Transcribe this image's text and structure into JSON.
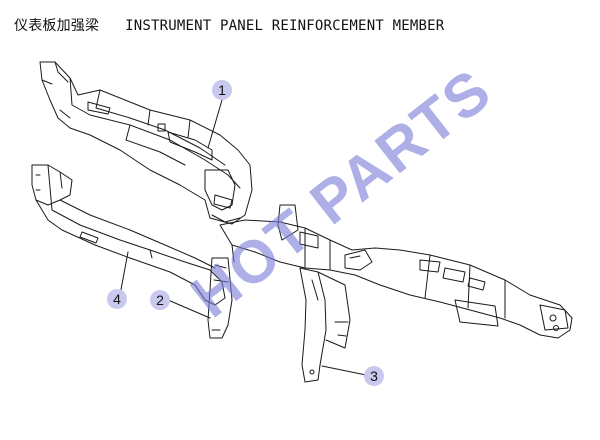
{
  "title": "仪表板加强梁   INSTRUMENT PANEL REINFORCEMENT MEMBER",
  "callouts": {
    "c1": "1",
    "c2": "2",
    "c3": "3",
    "c4": "4"
  },
  "watermark": "HOT PARTS",
  "colors": {
    "line": "#1a1a1a",
    "badge": "#c9c9f0",
    "watermark": "#7b7bd9"
  }
}
